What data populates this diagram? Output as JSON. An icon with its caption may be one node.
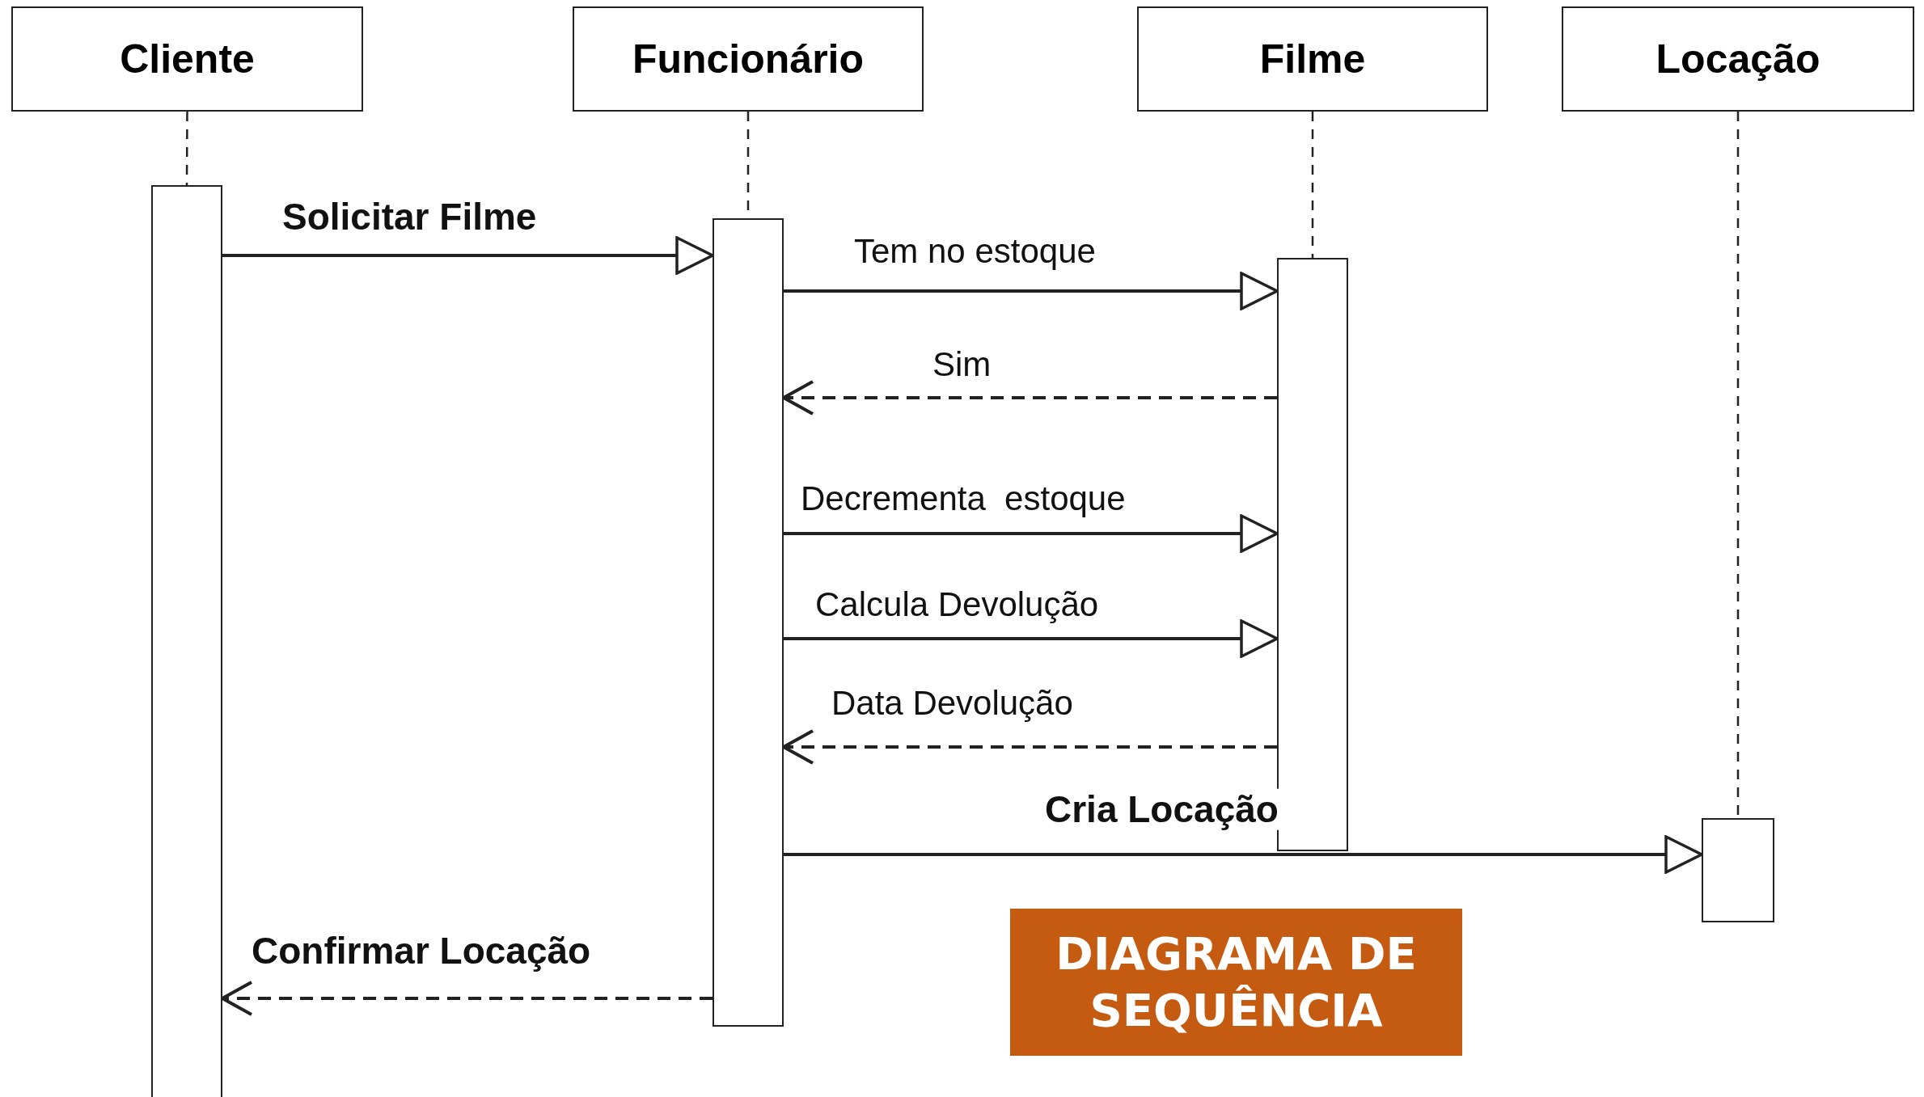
{
  "diagram": {
    "nodes": [
      {
        "text": [
          "Cliente"
        ]
      },
      {
        "text": [
          "Funcionário"
        ]
      },
      {
        "text": [
          "Filme"
        ]
      },
      {
        "text": [
          "Locação"
        ]
      },
      {
        "text": [],
        "shape": "bar"
      },
      {
        "text": [],
        "shape": "bar"
      },
      {
        "text": [],
        "shape": "bar"
      },
      {
        "text": [],
        "shape": "bar"
      },
      {
        "text": [
          "DIAGRAMA DE SEQUÊNCIA"
        ]
      }
    ],
    "edges": [
      {
        "from": 0,
        "to": 4,
        "arrow": "none",
        "style": "dashed"
      },
      {
        "from": 1,
        "to": 5,
        "arrow": "none",
        "style": "dashed"
      },
      {
        "from": 2,
        "to": 6,
        "arrow": "none",
        "style": "dashed"
      },
      {
        "from": 3,
        "to": 7,
        "arrow": "none",
        "style": "dashed"
      },
      {
        "from": 4,
        "to": 5,
        "arrow": "to",
        "label": "Solicitar Filme"
      },
      {
        "from": 5,
        "to": 6,
        "arrow": "to",
        "label": "Tem no estoque"
      },
      {
        "from": 6,
        "to": 5,
        "arrow": "to",
        "label": "Sim",
        "style": "dashed"
      },
      {
        "from": 5,
        "to": 6,
        "arrow": "to",
        "label": "Decrementa  estoque"
      },
      {
        "from": 5,
        "to": 6,
        "arrow": "to",
        "label": "Calcula Devolução"
      },
      {
        "from": 6,
        "to": 5,
        "arrow": "to",
        "label": "Data Devolução",
        "style": "dashed"
      },
      {
        "from": 5,
        "to": 7,
        "arrow": "to",
        "label": "Cria Locação"
      },
      {
        "from": 5,
        "to": 4,
        "arrow": "to",
        "label": "Confirmar Locação",
        "style": "dashed"
      }
    ]
  }
}
